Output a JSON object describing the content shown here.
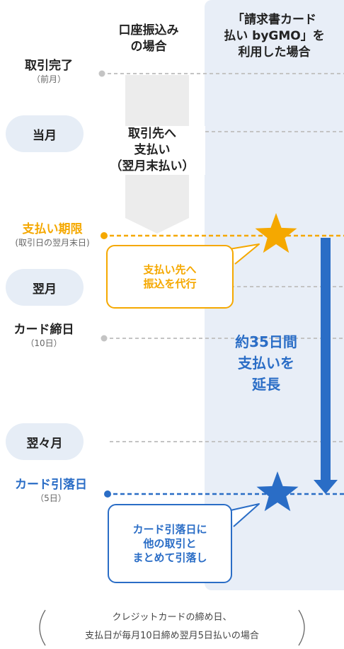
{
  "headers": {
    "bank_transfer": [
      "口座振込み",
      "の場合"
    ],
    "gmo": [
      "「請求書カード",
      "払い byGMO」を",
      "利用した場合"
    ]
  },
  "timeline": {
    "deal_complete": {
      "label": "取引完了",
      "sub": "（前月）"
    },
    "this_month": "当月",
    "due": {
      "label": "支払い期限",
      "sub": "(取引日の翌月末日)"
    },
    "next_month": "翌月",
    "card_close": {
      "label": "カード締日",
      "sub": "（10日）"
    },
    "month_after": "翌々月",
    "debit": {
      "label": "カード引落日",
      "sub": "（5日）"
    }
  },
  "bank_column": {
    "text": [
      "取引先へ",
      "支払い",
      "（翌月末払い）"
    ]
  },
  "callouts": {
    "proxy": [
      "支払い先へ",
      "振込を代行"
    ],
    "debit": [
      "カード引落日に",
      "他の取引と",
      "まとめて引落し"
    ]
  },
  "extension": [
    "約35日間",
    "支払いを",
    "延長"
  ],
  "footnote": [
    "クレジットカードの締め日、",
    "支払日が毎月10日締め翌月5日払いの場合"
  ],
  "colors": {
    "orange": "#f5a800",
    "blue": "#2a6dc6",
    "gmo_bg": "#e8eef7",
    "gray_arrow": "#ececec",
    "dot_gray": "#c4c4c4"
  }
}
